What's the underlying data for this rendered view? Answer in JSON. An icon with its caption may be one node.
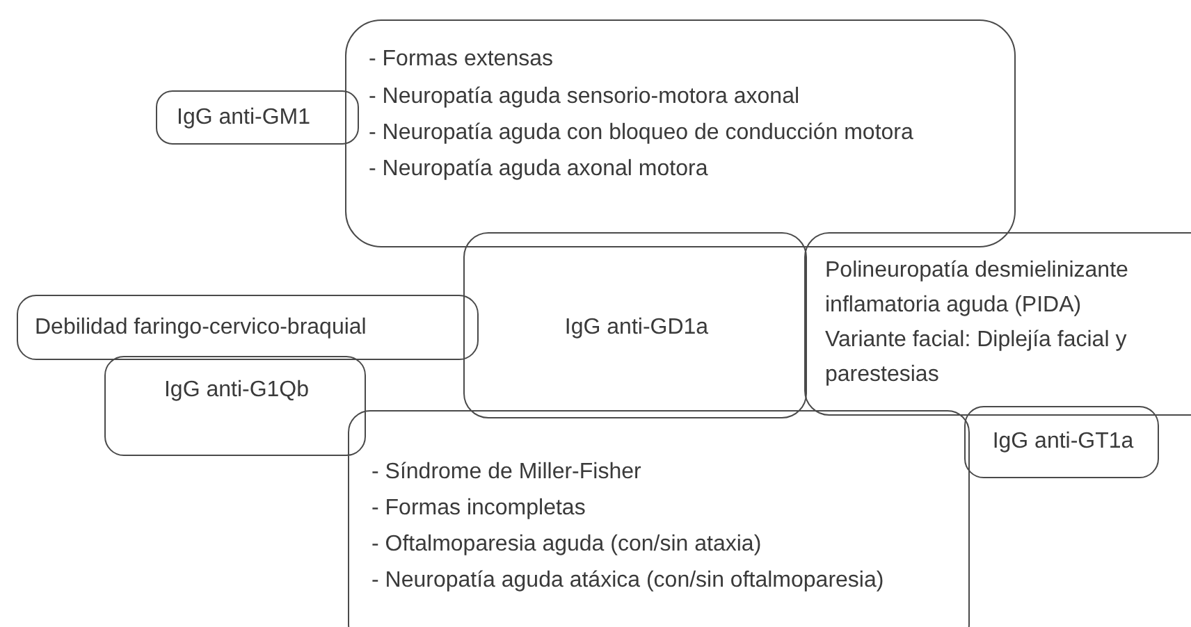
{
  "diagram": {
    "nodes": [
      {
        "text": [
          "- Formas extensas",
          "- Neuropatía aguda sensorio-motora axonal",
          "- Neuropatía aguda con bloqueo de conducción motora",
          "- Neuropatía aguda axonal motora"
        ]
      },
      {
        "text": [
          "IgG anti-GM1"
        ]
      },
      {
        "text": [
          "IgG anti-GD1a"
        ]
      },
      {
        "text": [
          "Polineuropatía desmielinizante inflamatoria aguda (PIDA)",
          "Variante facial: Diplejía facial y parestesias"
        ]
      },
      {
        "text": [
          "Debilidad faringo-cervico-braquial"
        ]
      },
      {
        "text": [
          "IgG anti-G1Qb"
        ]
      },
      {
        "text": [
          "- Síndrome de Miller-Fisher",
          "- Formas incompletas",
          "- Oftalmoparesia aguda (con/sin ataxia)",
          "- Neuropatía aguda atáxica (con/sin oftalmoparesia)"
        ]
      },
      {
        "text": [
          "IgG anti-GT1a"
        ]
      }
    ]
  }
}
